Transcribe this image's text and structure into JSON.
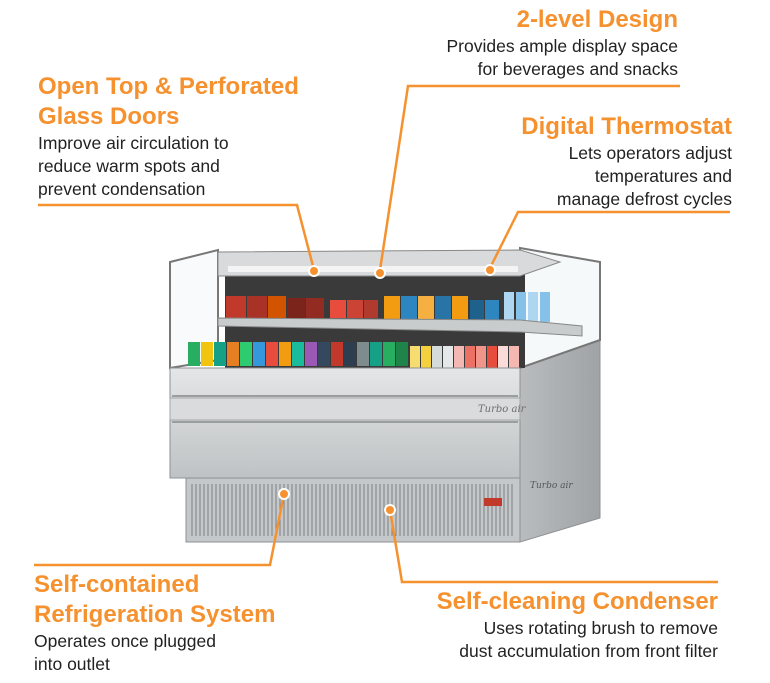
{
  "colors": {
    "accent": "#f5922f",
    "steel": "#cfd2d4",
    "text": "#222222"
  },
  "callouts": {
    "open_top": {
      "title_line1": "Open Top & Perforated",
      "title_line2": "Glass Doors",
      "desc_line1": "Improve air circulation to",
      "desc_line2": "reduce warm spots and",
      "desc_line3": "prevent condensation"
    },
    "two_level": {
      "title": "2-level Design",
      "desc_line1": "Provides ample display space",
      "desc_line2": "for beverages and snacks"
    },
    "thermostat": {
      "title": "Digital Thermostat",
      "desc_line1": "Lets operators adjust",
      "desc_line2": "temperatures and",
      "desc_line3": "manage defrost cycles"
    },
    "refrigeration": {
      "title_line1": "Self-contained",
      "title_line2": "Refrigeration System",
      "desc_line1": "Operates once plugged",
      "desc_line2": "into outlet"
    },
    "condenser": {
      "title": "Self-cleaning Condenser",
      "desc_line1": "Uses rotating brush to remove",
      "desc_line2": "dust accumulation from front filter"
    }
  },
  "product": {
    "brand_text": "Turbo air"
  }
}
